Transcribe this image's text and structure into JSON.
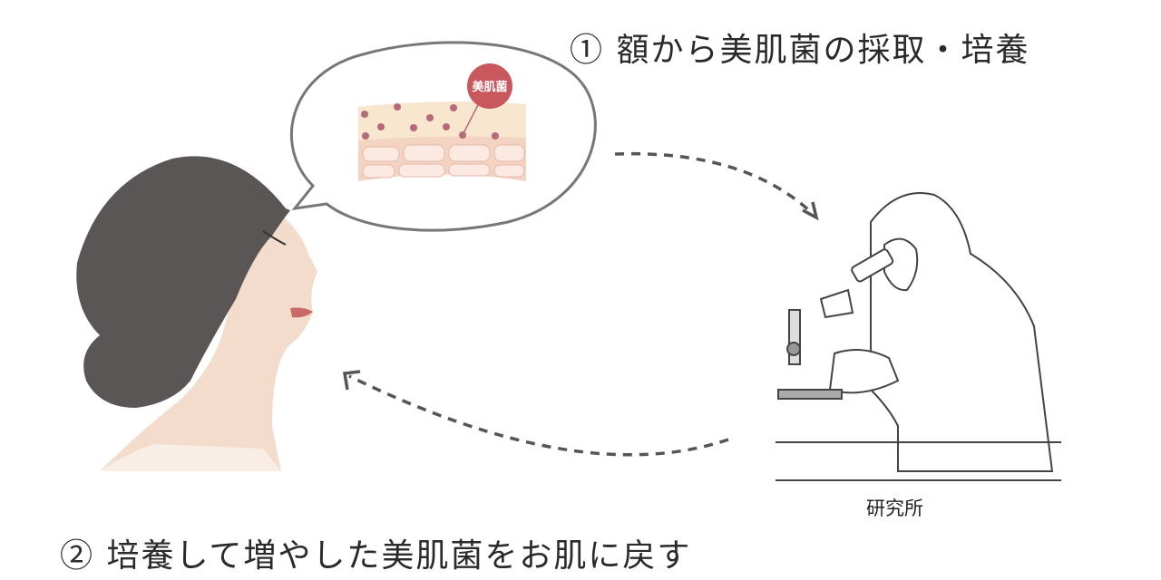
{
  "steps": {
    "step1": "① 額から美肌菌の採取・培養",
    "step2": "② 培養して増やした美肌菌をお肌に戻す"
  },
  "labels": {
    "bacteria": "美肌菌",
    "lab": "研究所"
  },
  "colors": {
    "bacteria": "#c9585e",
    "skin": "#f4dccb",
    "hair": "#5a5655",
    "arrow": "#555555"
  }
}
